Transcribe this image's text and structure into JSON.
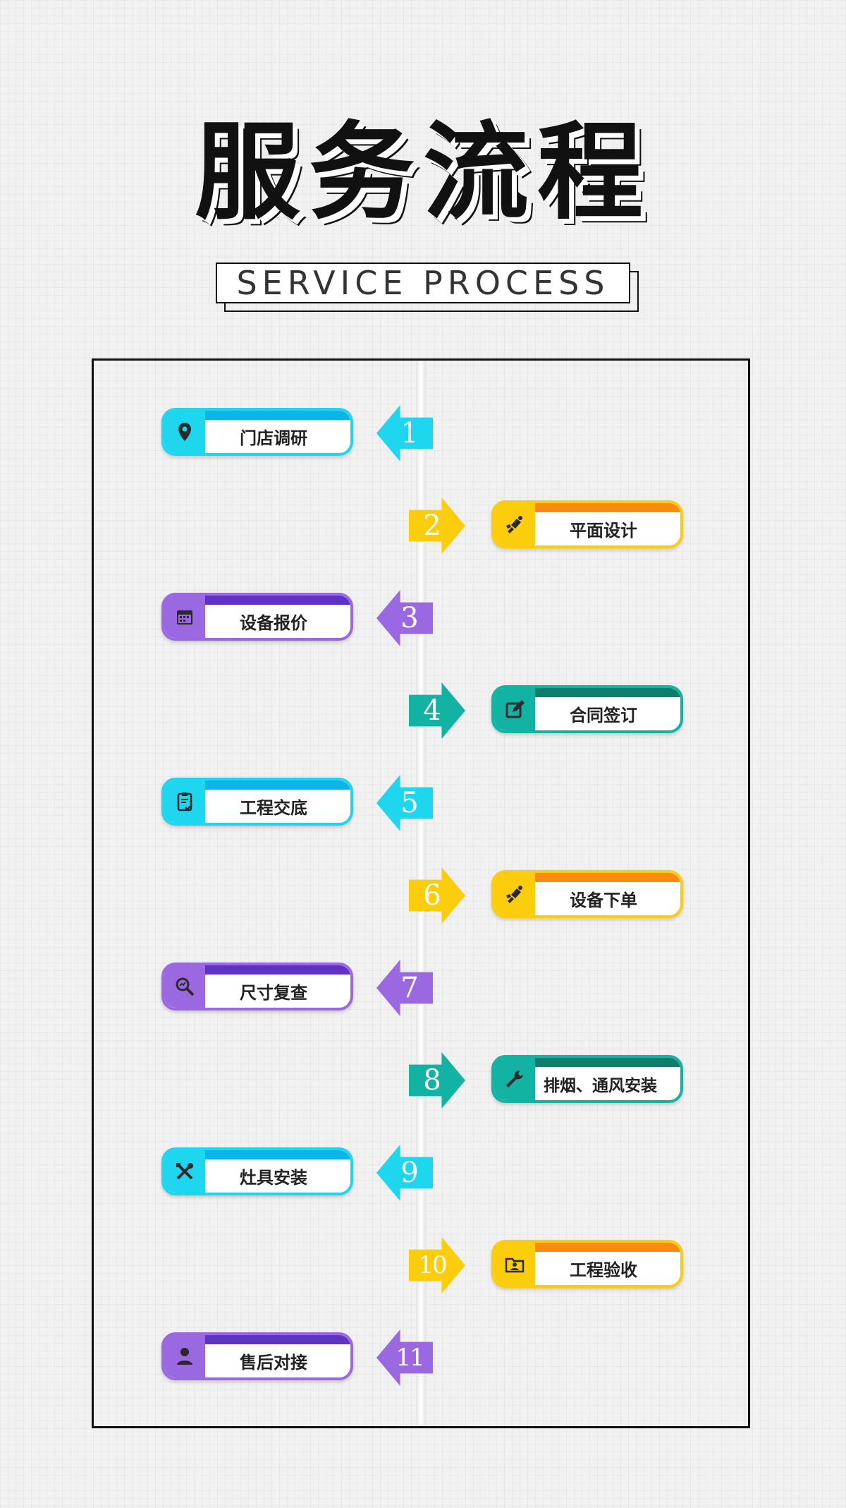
{
  "header": {
    "title": "服务流程",
    "subtitle": "SERVICE PROCESS"
  },
  "colors": {
    "cyan": "#1fd6ef",
    "yellow": "#fccd0d",
    "purple": "#9a68e0",
    "teal": "#12b3a3",
    "cyan_stripe": "#0cb5e8",
    "yellow_stripe": "#fb8b10",
    "purple_stripe": "#5e32c5",
    "teal_stripe": "#0e7d6c"
  },
  "steps": [
    {
      "number": "1",
      "label": "门店调研",
      "icon": "map-pin-icon",
      "side": "left",
      "color": "cyan"
    },
    {
      "number": "2",
      "label": "平面设计",
      "icon": "design-hand-icon",
      "side": "right",
      "color": "yellow"
    },
    {
      "number": "3",
      "label": "设备报价",
      "icon": "calendar-icon",
      "side": "left",
      "color": "purple"
    },
    {
      "number": "4",
      "label": "合同签订",
      "icon": "edit-icon",
      "side": "right",
      "color": "teal"
    },
    {
      "number": "5",
      "label": "工程交底",
      "icon": "clipboard-check-icon",
      "side": "left",
      "color": "cyan"
    },
    {
      "number": "6",
      "label": "设备下单",
      "icon": "design-hand-icon",
      "side": "right",
      "color": "yellow"
    },
    {
      "number": "7",
      "label": "尺寸复查",
      "icon": "magnifier-icon",
      "side": "left",
      "color": "purple"
    },
    {
      "number": "8",
      "label": "排烟、通风安装",
      "icon": "wrench-icon",
      "side": "right",
      "color": "teal"
    },
    {
      "number": "9",
      "label": "灶具安装",
      "icon": "tools-cross-icon",
      "side": "left",
      "color": "cyan"
    },
    {
      "number": "10",
      "label": "工程验收",
      "icon": "folder-person-icon",
      "side": "right",
      "color": "yellow"
    },
    {
      "number": "11",
      "label": "售后对接",
      "icon": "person-icon",
      "side": "left",
      "color": "purple"
    }
  ]
}
